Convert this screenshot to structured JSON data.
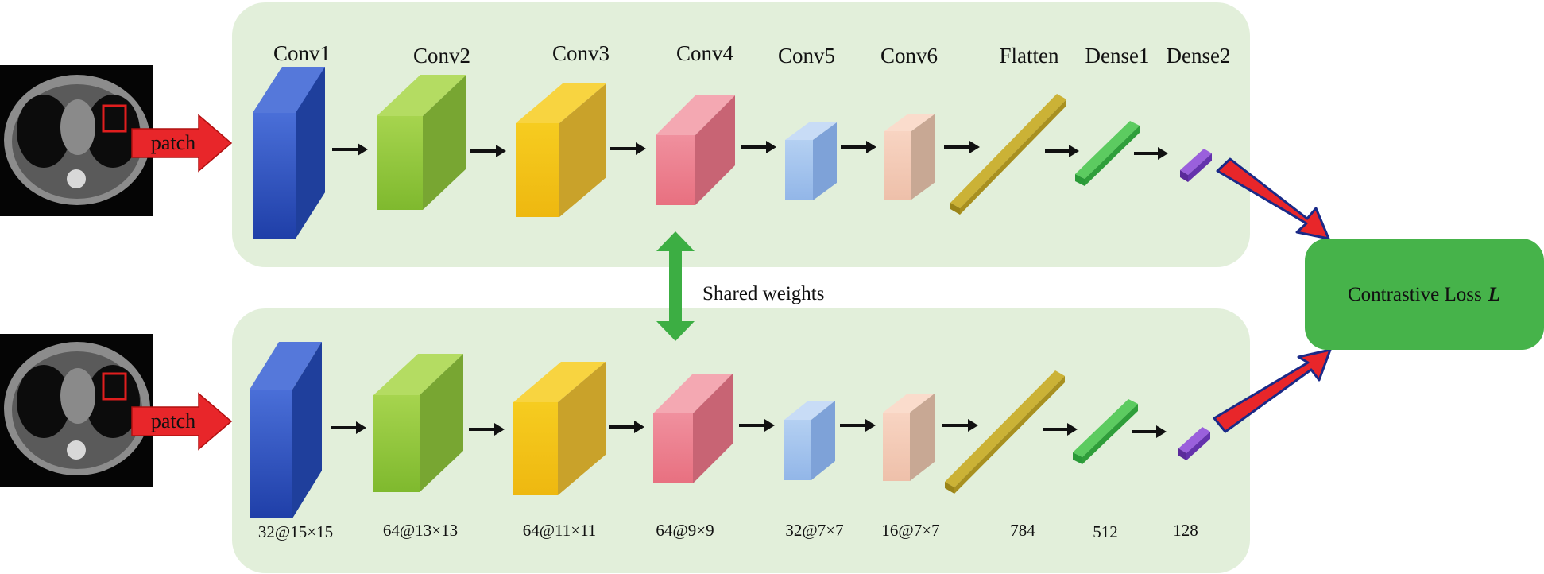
{
  "layer_names": [
    "Conv1",
    "Conv2",
    "Conv3",
    "Conv4",
    "Conv5",
    "Conv6",
    "Flatten",
    "Dense1",
    "Dense2"
  ],
  "dimensions": [
    "32@15×15",
    "64@13×13",
    "64@11×11",
    "64@9×9",
    "32@7×7",
    "16@7×7",
    "784",
    "512",
    "128"
  ],
  "patch_label": "patch",
  "shared_weights_label": "Shared weights",
  "loss_label": "Contrastive Loss",
  "loss_symbol": "L",
  "colors": {
    "panel": "#e2efda",
    "conv1": "#2f54c6",
    "conv2": "#8cc43c",
    "conv3": "#f2c218",
    "conv4": "#ec7c8c",
    "conv5": "#9fc0ec",
    "conv6": "#f2c7b2",
    "flatten": "#b8a02a",
    "dense1": "#3cb14a",
    "dense2": "#7a3fc0",
    "red_arrow": "#e8262a",
    "green_arrow": "#3cae43",
    "loss_box": "#46b34a"
  }
}
